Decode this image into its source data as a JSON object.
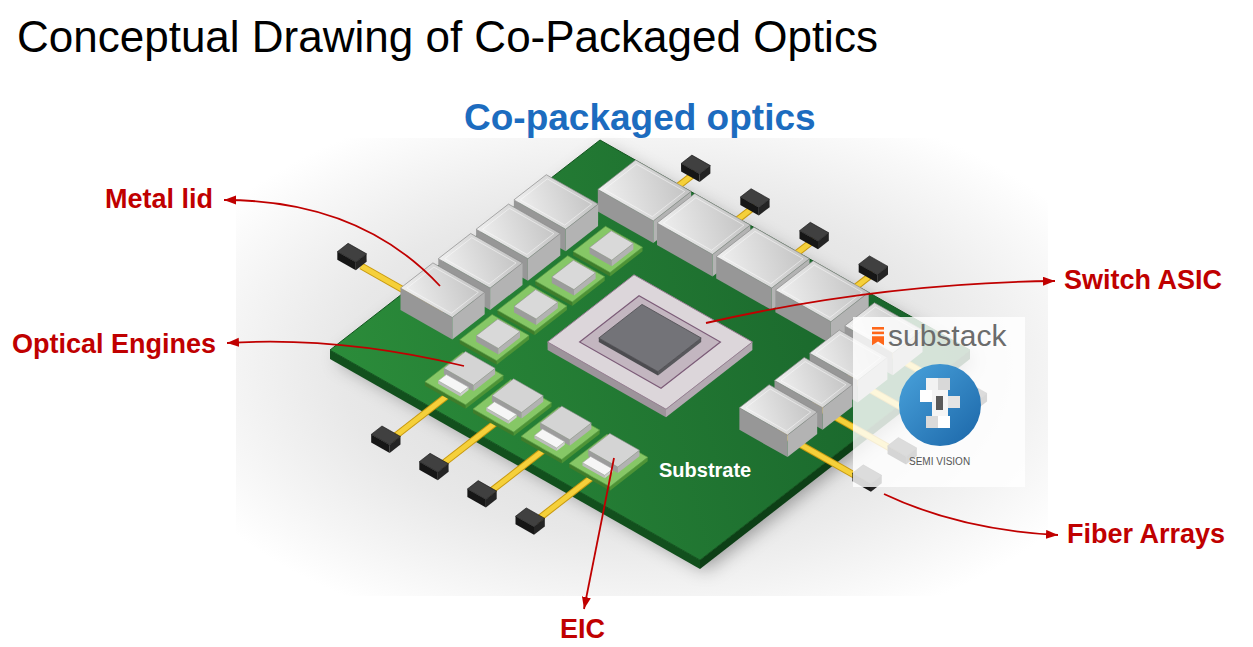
{
  "diagram": {
    "title": "Conceptual Drawing of Co-Packaged Optics",
    "labels": [
      "Co-packaged optics",
      "Metal lid",
      "Optical Engines",
      "Switch ASIC",
      "Fiber Arrays",
      "EIC",
      "Substrate",
      "substack",
      "SEMI VISION"
    ]
  }
}
